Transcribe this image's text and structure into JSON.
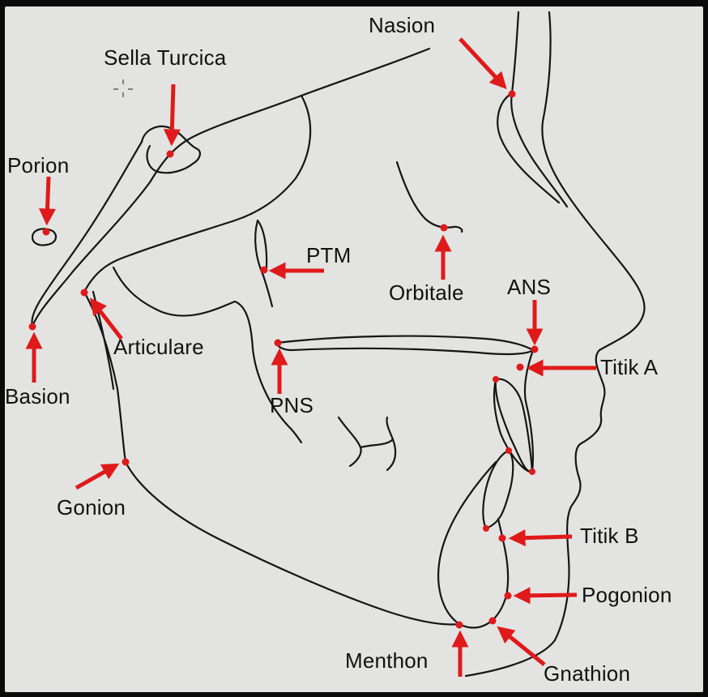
{
  "diagram": {
    "landmarks": {
      "nasion": "Nasion",
      "sella_turcica": "Sella Turcica",
      "porion": "Porion",
      "ptm": "PTM",
      "orbitale": "Orbitale",
      "ans": "ANS",
      "articulare": "Articulare",
      "basion": "Basion",
      "titik_a": "Titik A",
      "pns": "PNS",
      "gonion": "Gonion",
      "titik_b": "Titik B",
      "pogonion": "Pogonion",
      "menthon": "Menthon",
      "gnathion": "Gnathion"
    }
  },
  "colors": {
    "background": "#e3e4e2",
    "frame": "#0b0b0b",
    "tracing": "#151515",
    "marker": "#e01a1a",
    "label_text": "#111111"
  }
}
